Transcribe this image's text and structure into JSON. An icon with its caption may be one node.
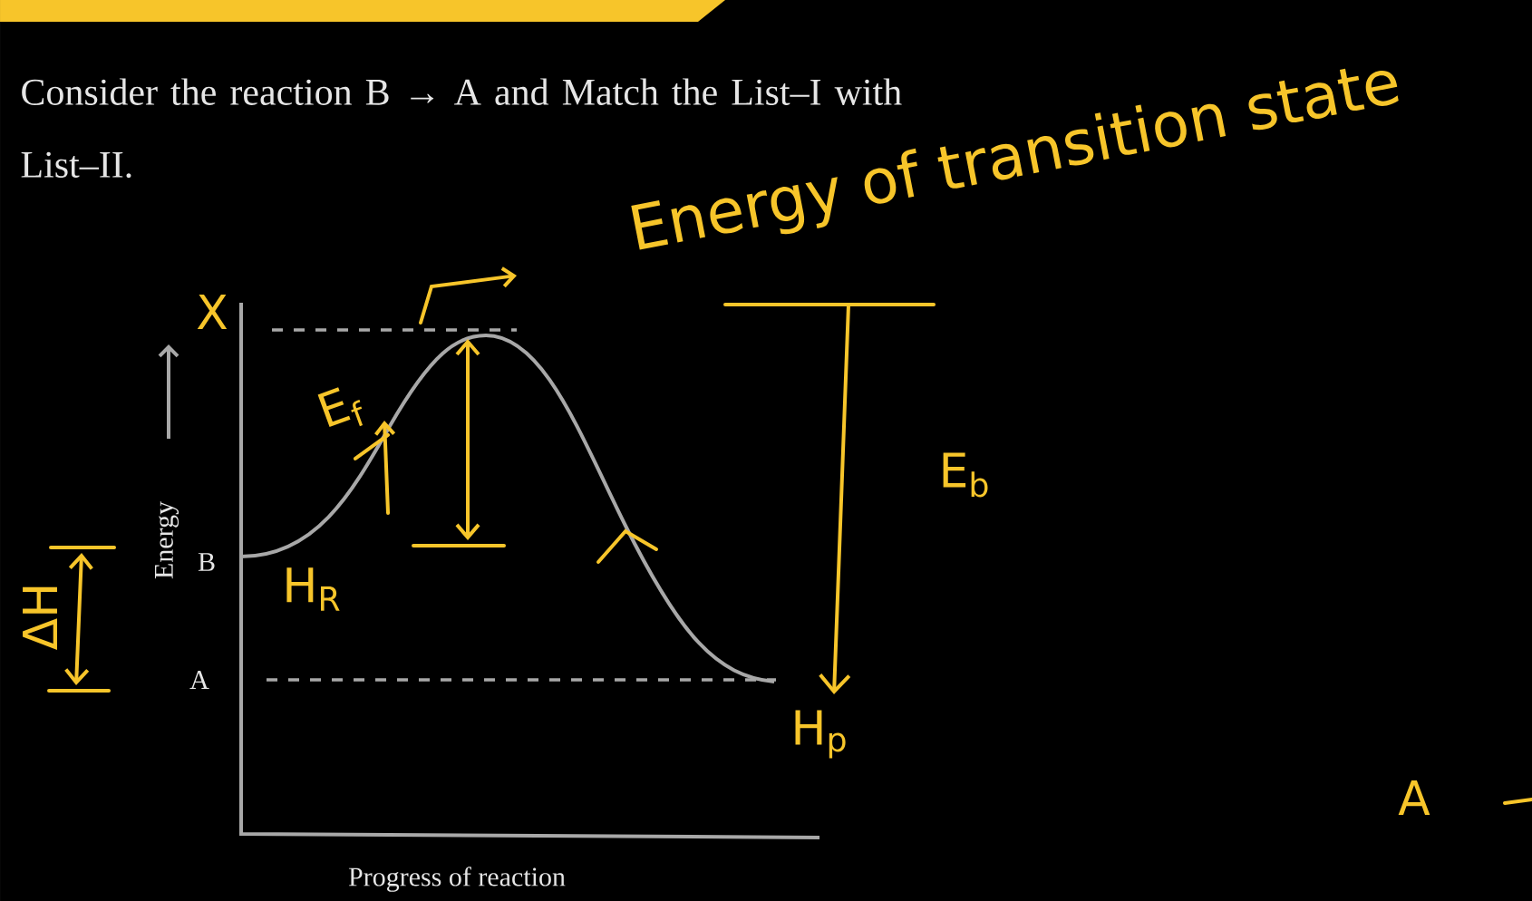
{
  "diagram": {
    "labels": [
      "Consider the reaction B → A and Match the List–I with List–II.",
      "Energy of transition state",
      "X",
      "E$_{f}$",
      "E$_{b}$",
      "Energy",
      "B",
      "H$_{R}$",
      "ΔH",
      "A",
      "H$_{p}$",
      "A",
      "Progress of reaction"
    ]
  }
}
